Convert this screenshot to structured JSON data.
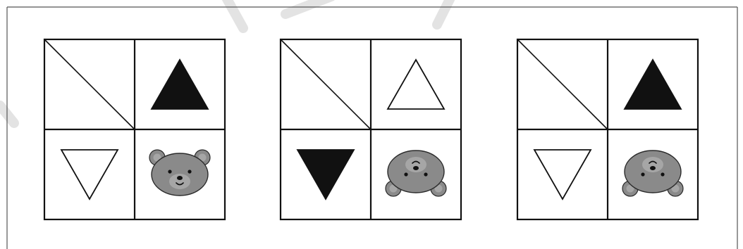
{
  "figure": {
    "panels": [
      {
        "top_left": "diagonal",
        "top_right": {
          "shape": "triangle",
          "direction": "up",
          "fill": "black"
        },
        "bottom_left": {
          "shape": "triangle",
          "direction": "down",
          "fill": "white"
        },
        "bottom_right": {
          "shape": "bear-face",
          "orientation": "upright"
        }
      },
      {
        "top_left": "diagonal",
        "top_right": {
          "shape": "triangle",
          "direction": "up",
          "fill": "white"
        },
        "bottom_left": {
          "shape": "triangle",
          "direction": "down",
          "fill": "black"
        },
        "bottom_right": {
          "shape": "bear-face",
          "orientation": "upside-down"
        }
      },
      {
        "top_left": "diagonal",
        "top_right": {
          "shape": "triangle",
          "direction": "up",
          "fill": "black"
        },
        "bottom_left": {
          "shape": "triangle",
          "direction": "down",
          "fill": "white"
        },
        "bottom_right": {
          "shape": "bear-face",
          "orientation": "upside-down"
        }
      }
    ],
    "colors": {
      "line": "#111111",
      "black_fill": "#111111",
      "white_fill": "#ffffff",
      "bear_fur": "#8a8a8a",
      "bear_muzzle": "#a6a6a6",
      "watermark": "#e3e3e3"
    }
  }
}
